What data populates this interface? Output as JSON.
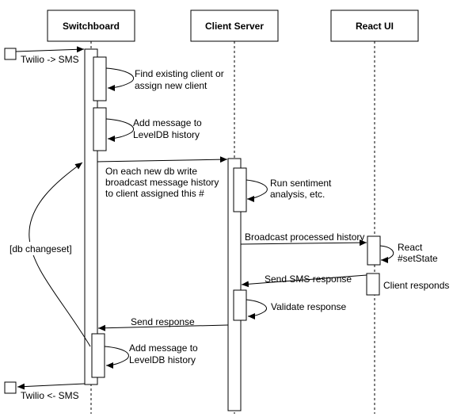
{
  "participants": {
    "switchboard": "Switchboard",
    "client_server": "Client Server",
    "react_ui": "React UI"
  },
  "messages": {
    "twilio_in": "Twilio -> SMS",
    "find_client_1": "Find existing client or",
    "find_client_2": "assign new client",
    "add_msg_1": "Add message to",
    "add_msg_2": "LevelDB history",
    "db_write_1": "On each new db write",
    "db_write_2": "broadcast message history",
    "db_write_3": "to client assigned this #",
    "sentiment_1": "Run sentiment",
    "sentiment_2": "analysis, etc.",
    "db_changeset": "[db changeset]",
    "broadcast": "Broadcast processed history",
    "react_1": "React",
    "react_2": "#setState",
    "send_sms": "Send SMS response",
    "client_responds": "Client responds",
    "validate": "Validate response",
    "send_response": "Send response",
    "add_msg2_1": "Add message to",
    "add_msg2_2": "LevelDB history",
    "twilio_out": "Twilio <- SMS"
  }
}
